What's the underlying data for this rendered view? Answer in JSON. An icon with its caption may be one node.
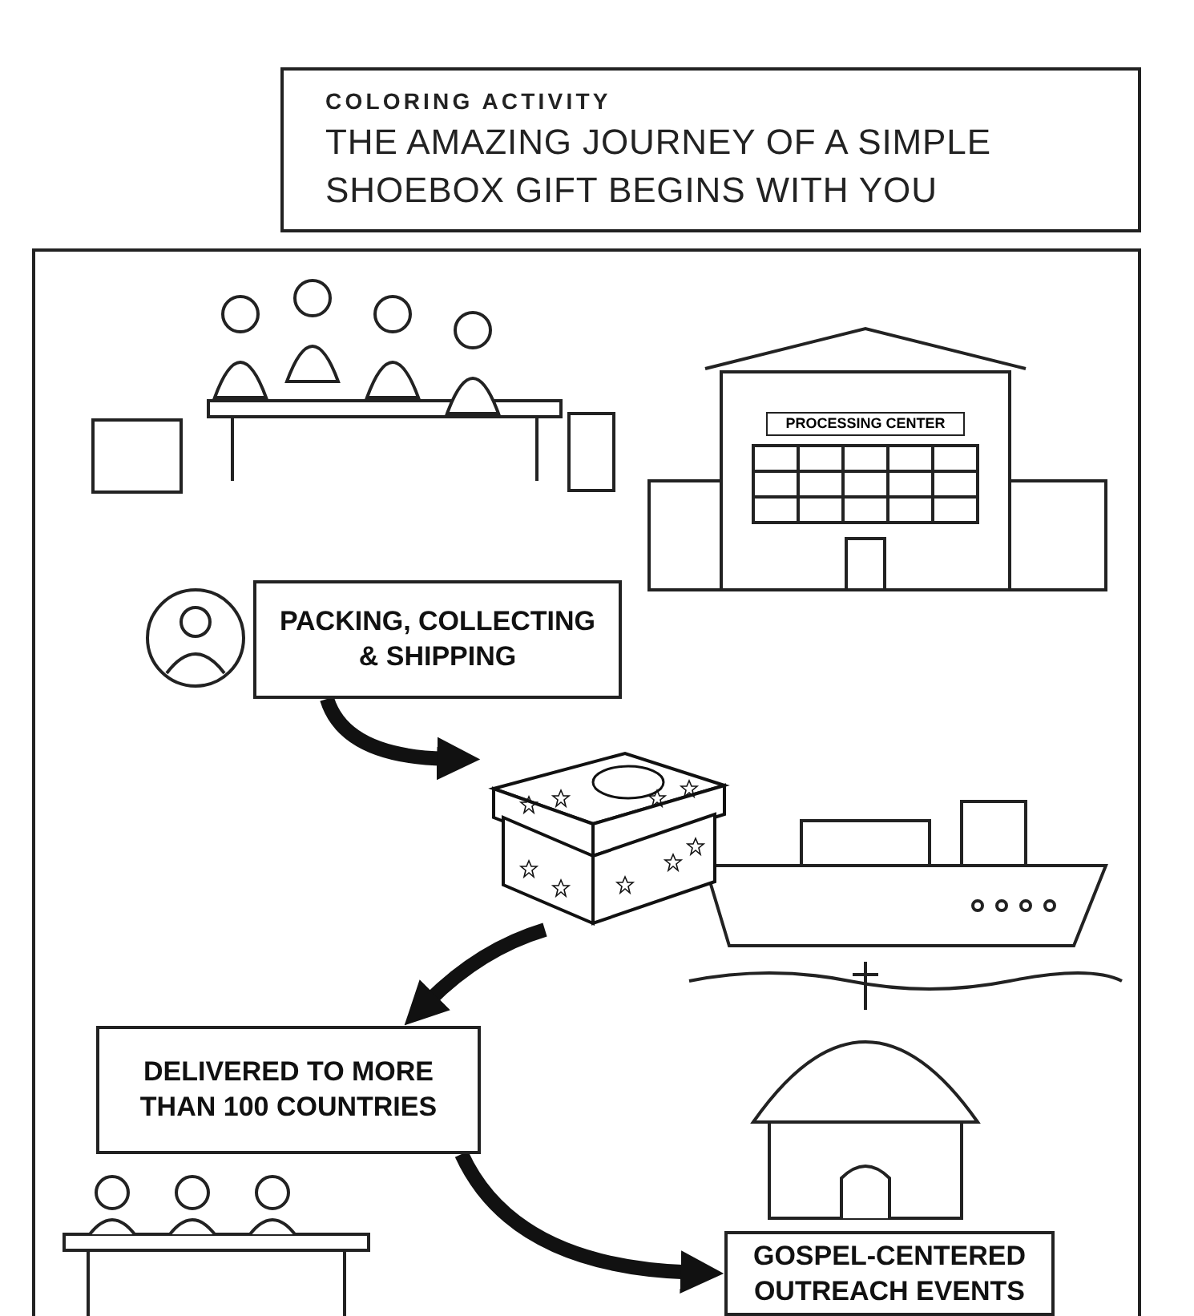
{
  "diagram": {
    "nodes": [
      {
        "text": [
          "COLORING ACTIVITY",
          "THE AMAZING JOURNEY OF A SIMPLE SHOEBOX GIFT BEGINS WITH YOU"
        ]
      },
      {
        "text": [
          "PACKING, COLLECTING & SHIPPING"
        ]
      },
      {
        "text": [],
        "shape": "picture"
      },
      {
        "text": [
          "DELIVERED TO MORE THAN 100 COUNTRIES"
        ]
      },
      {
        "text": [
          "GOSPEL-CENTERED OUTREACH EVENTS"
        ]
      }
    ],
    "edges": [
      {
        "from": 1,
        "to": 2,
        "arrow": "to"
      },
      {
        "from": 2,
        "to": 3,
        "arrow": "to"
      },
      {
        "from": 3,
        "to": 4,
        "arrow": "to"
      }
    ],
    "labels": [
      "PROCESSING CENTER"
    ]
  }
}
